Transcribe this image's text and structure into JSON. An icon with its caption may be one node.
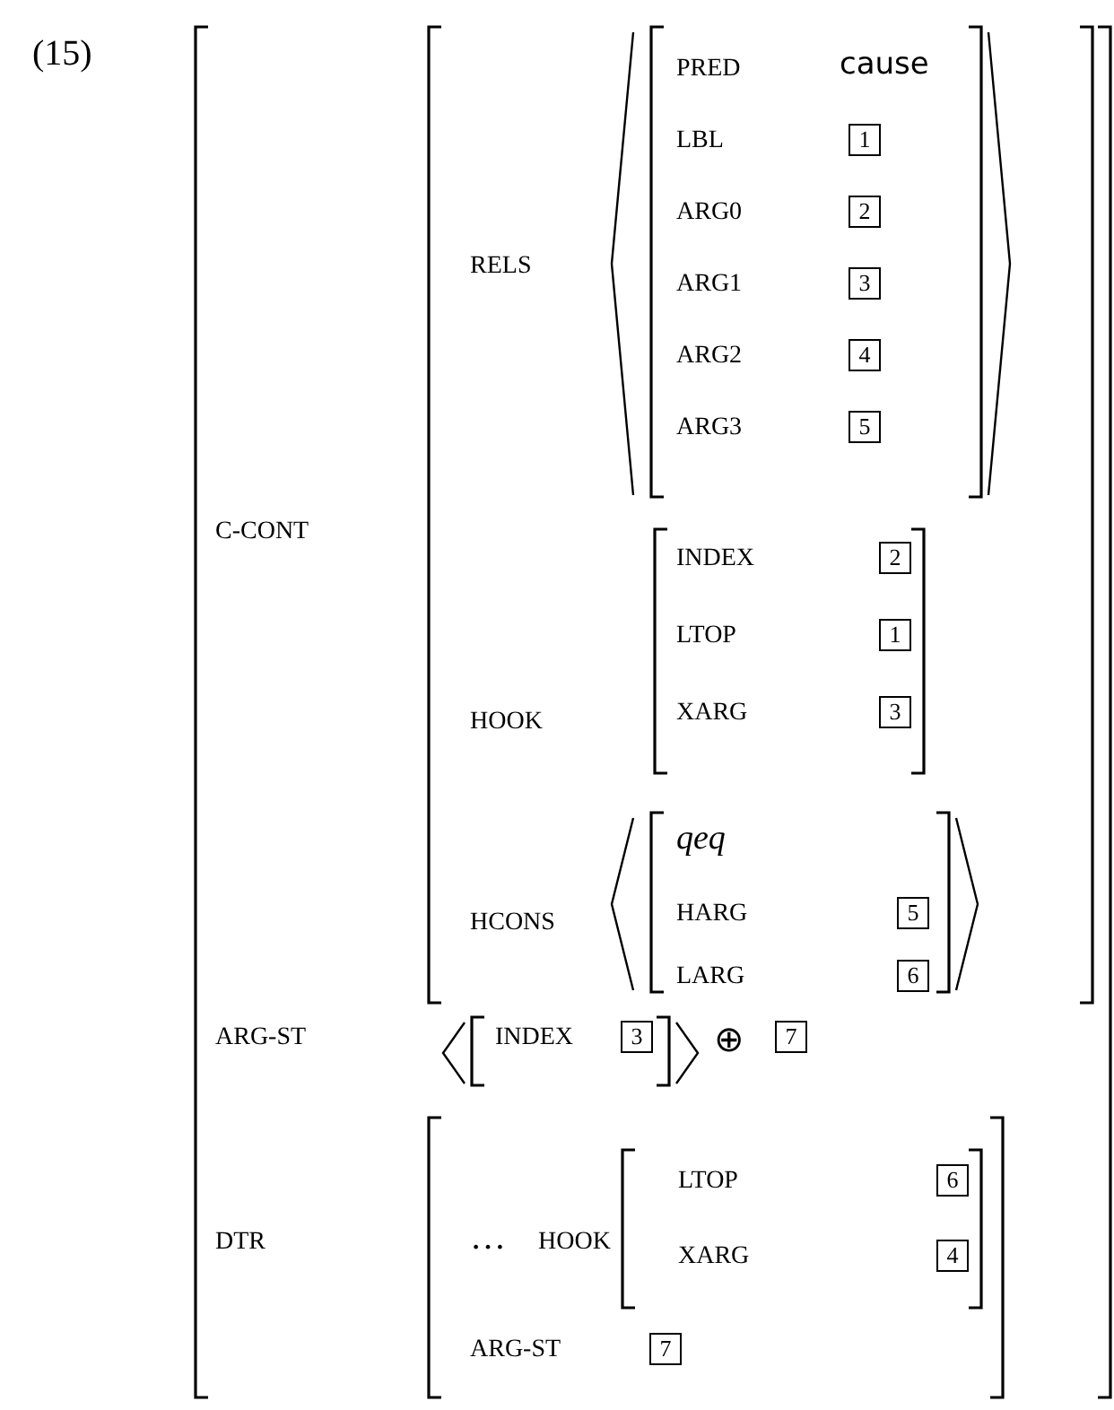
{
  "diagram": {
    "nodes": [
      {
        "text": [
          "C-CONT",
          "ARG-ST",
          "DTR"
        ]
      },
      {
        "text": [
          "RELS",
          "HOOK",
          "HCONS"
        ],
        "in": 0
      },
      {
        "text": [
          "PRED",
          "cause",
          "LBL",
          "ARG0",
          "ARG1",
          "ARG2",
          "ARG3"
        ],
        "in": 1
      },
      {
        "text": [
          "1"
        ],
        "in": 2
      },
      {
        "text": [
          "2"
        ],
        "in": 2
      },
      {
        "text": [
          "3"
        ],
        "in": 2
      },
      {
        "text": [
          "4"
        ],
        "in": 2
      },
      {
        "text": [
          "5"
        ],
        "in": 2
      },
      {
        "text": [
          "INDEX",
          "LTOP",
          "XARG"
        ],
        "in": 1
      },
      {
        "text": [
          "2"
        ],
        "in": 8
      },
      {
        "text": [
          "1"
        ],
        "in": 8
      },
      {
        "text": [
          "3"
        ],
        "in": 8
      },
      {
        "text": [
          "qeq",
          "HARG",
          "LARG"
        ],
        "in": 1
      },
      {
        "text": [
          "5"
        ],
        "in": 12
      },
      {
        "text": [
          "6"
        ],
        "in": 12
      },
      {
        "text": [
          "INDEX"
        ],
        "in": 0
      },
      {
        "text": [
          "3"
        ],
        "in": 15
      },
      {
        "text": [
          "7"
        ],
        "in": 0
      },
      {
        "text": [
          "…",
          "HOOK",
          "ARG-ST"
        ],
        "in": 0
      },
      {
        "text": [
          "LTOP",
          "XARG"
        ],
        "in": 18
      },
      {
        "text": [
          "6"
        ],
        "in": 19
      },
      {
        "text": [
          "4"
        ],
        "in": 19
      },
      {
        "text": [
          "7"
        ],
        "in": 18
      }
    ],
    "edges": [],
    "labels": [
      "(15)",
      "⊕"
    ]
  }
}
